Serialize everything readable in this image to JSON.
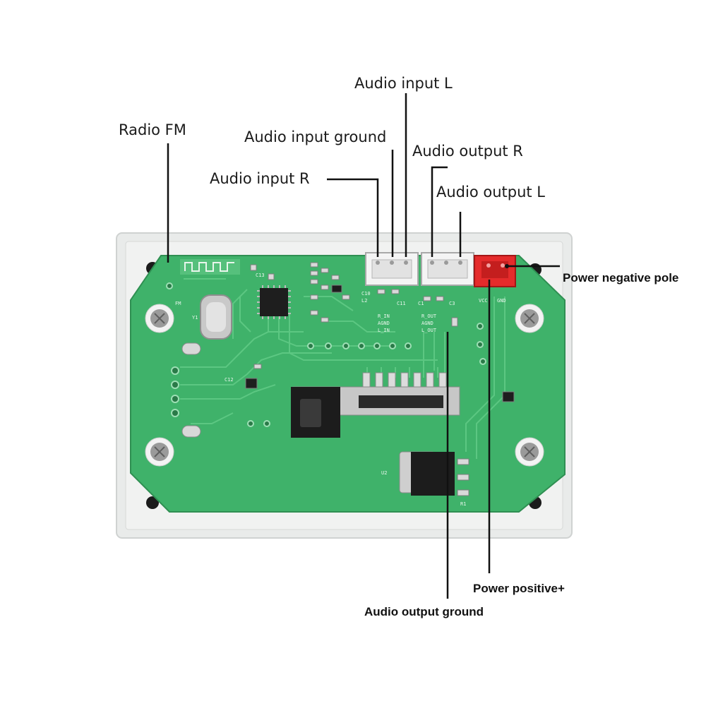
{
  "labels": {
    "radio_fm": "Radio FM",
    "audio_input_r": "Audio input R",
    "audio_input_ground": "Audio input ground",
    "audio_input_l": "Audio input L",
    "audio_output_r": "Audio output R",
    "audio_output_l": "Audio output L",
    "power_negative_pole": "Power negative pole",
    "power_positive": "Power positive+",
    "audio_output_ground": "Audio output ground"
  },
  "silkscreen": {
    "fm": "FM",
    "y1": "Y1",
    "c13": "C13",
    "c12": "C12",
    "l2": "L2",
    "c10": "C10",
    "c11": "C11",
    "c1": "C1",
    "c3": "C3",
    "r_in": "R_IN",
    "agnd_in": "AGND",
    "l_in": "L_IN",
    "r_out": "R_OUT",
    "agnd_out": "AGND",
    "l_out": "L_OUT",
    "vcc": "VCC",
    "gnd": "GND",
    "u2": "U2",
    "r1": "R1"
  },
  "colors": {
    "pcb_green": "#3fb26a",
    "enclosure": "#e9ebea",
    "power_connector": "#e52b2b",
    "leader_line": "#111111"
  }
}
